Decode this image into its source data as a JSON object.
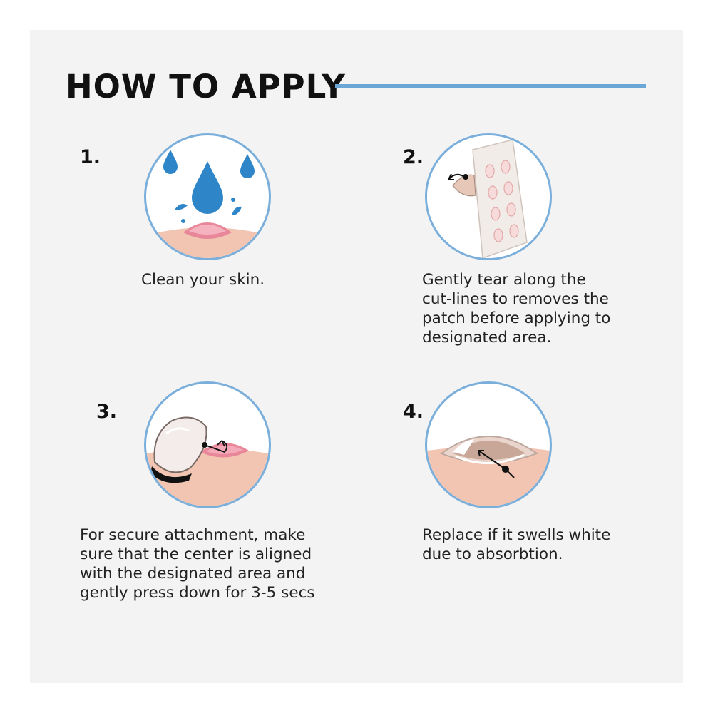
{
  "title": "HOW TO APPLY",
  "steps": [
    {
      "number": "1.",
      "icon": "water-drops-icon",
      "lines": [
        "Clean your skin."
      ]
    },
    {
      "number": "2.",
      "icon": "patch-sheet-icon",
      "lines": [
        "Gently tear along the",
        "cut-lines to removes the",
        "patch before applying to",
        "designated area."
      ]
    },
    {
      "number": "3.",
      "icon": "apply-patch-icon",
      "lines": [
        "For secure attachment, make",
        "sure that the center is aligned",
        "with the designated area and",
        "gently press down for 3-5 secs"
      ]
    },
    {
      "number": "4.",
      "icon": "swollen-patch-icon",
      "lines": [
        "Replace if it swells white",
        "due to absorbtion."
      ]
    }
  ],
  "colors": {
    "accent": "#6aa6d6",
    "water": "#2e86c8",
    "skin": "#f2c4b2",
    "lip": "#e8879a",
    "background": "#f3f3f3"
  }
}
